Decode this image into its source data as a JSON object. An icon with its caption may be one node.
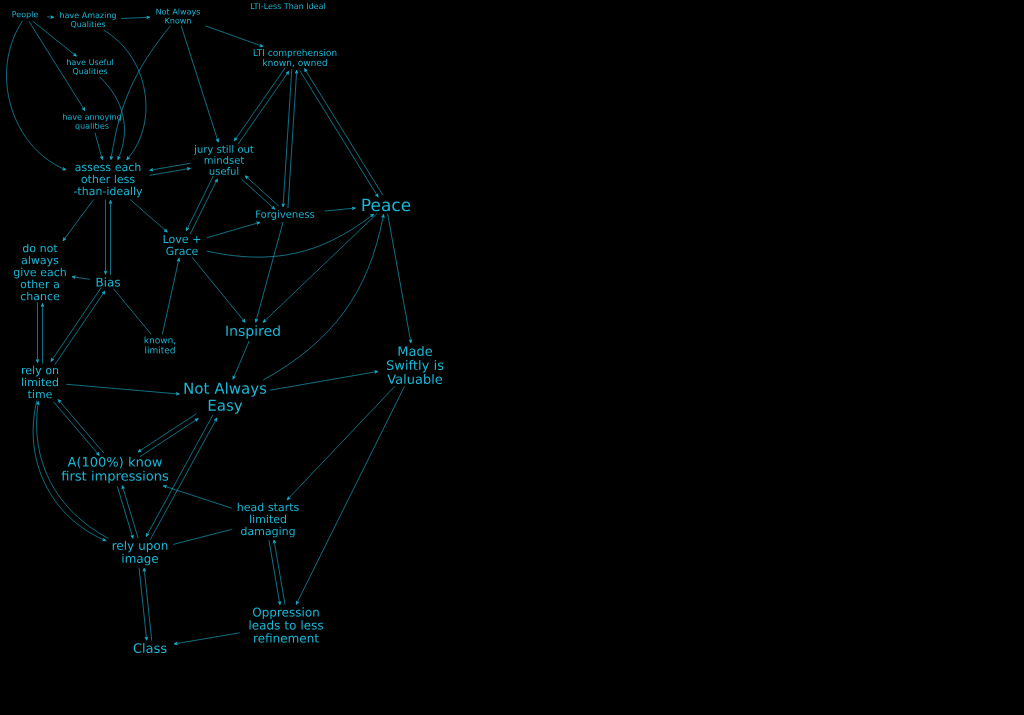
{
  "diagram": {
    "nodes": [
      {
        "text": [
          "People"
        ]
      },
      {
        "text": [
          "have Amazing Qualities"
        ]
      },
      {
        "text": [
          "Not Always Known"
        ]
      },
      {
        "text": [
          "have Useful Qualities"
        ]
      },
      {
        "text": [
          "have annoying qualities"
        ]
      },
      {
        "text": [
          "LTI comprehension known, owned"
        ]
      },
      {
        "text": [
          "assess each other less -than-ideally"
        ]
      },
      {
        "text": [
          "jury still out mindset useful"
        ]
      },
      {
        "text": [
          "Forgiveness"
        ]
      },
      {
        "text": [
          "Peace"
        ]
      },
      {
        "text": [
          "do not always give each other a chance"
        ]
      },
      {
        "text": [
          "Bias"
        ]
      },
      {
        "text": [
          "Love + Grace"
        ]
      },
      {
        "text": [
          "known, limited"
        ]
      },
      {
        "text": [
          "Inspired"
        ]
      },
      {
        "text": [
          "rely on limited time"
        ]
      },
      {
        "text": [
          "Not Always Easy"
        ]
      },
      {
        "text": [
          "Made Swiftly is Valuable"
        ]
      },
      {
        "text": [
          "A(100%) know first impressions"
        ]
      },
      {
        "text": [
          "head starts limited damaging"
        ]
      },
      {
        "text": [
          "rely upon image"
        ]
      },
      {
        "text": [
          "Oppression leads to less refinement"
        ]
      },
      {
        "text": [
          "Class"
        ]
      }
    ],
    "edges": [
      {
        "from": 0,
        "to": 1,
        "arrow": "to"
      },
      {
        "from": 0,
        "to": 3,
        "arrow": "to"
      },
      {
        "from": 0,
        "to": 4,
        "arrow": "to"
      },
      {
        "from": 0,
        "to": 6,
        "arrow": "to"
      },
      {
        "from": 1,
        "to": 2,
        "arrow": "to"
      },
      {
        "from": 1,
        "to": 6,
        "arrow": "to"
      },
      {
        "from": 3,
        "to": 6,
        "arrow": "to"
      },
      {
        "from": 4,
        "to": 6,
        "arrow": "to"
      },
      {
        "from": 2,
        "to": 6,
        "arrow": "to"
      },
      {
        "from": 2,
        "to": 7,
        "arrow": "to"
      },
      {
        "from": 2,
        "to": 5,
        "arrow": "to"
      },
      {
        "from": 6,
        "to": 7,
        "arrow": "to"
      },
      {
        "from": 7,
        "to": 6,
        "arrow": "to"
      },
      {
        "from": 7,
        "to": 5,
        "arrow": "to"
      },
      {
        "from": 5,
        "to": 7,
        "arrow": "to"
      },
      {
        "from": 7,
        "to": 8,
        "arrow": "to"
      },
      {
        "from": 8,
        "to": 7,
        "arrow": "to"
      },
      {
        "from": 7,
        "to": 12,
        "arrow": "to"
      },
      {
        "from": 12,
        "to": 7,
        "arrow": "to"
      },
      {
        "from": 5,
        "to": 8,
        "arrow": "to"
      },
      {
        "from": 8,
        "to": 5,
        "arrow": "to"
      },
      {
        "from": 5,
        "to": 9,
        "arrow": "to"
      },
      {
        "from": 9,
        "to": 5,
        "arrow": "to"
      },
      {
        "from": 8,
        "to": 9,
        "arrow": "to"
      },
      {
        "from": 8,
        "to": 14,
        "arrow": "to"
      },
      {
        "from": 12,
        "to": 8,
        "arrow": "to"
      },
      {
        "from": 12,
        "to": 9,
        "arrow": "to"
      },
      {
        "from": 12,
        "to": 14,
        "arrow": "to"
      },
      {
        "from": 9,
        "to": 14,
        "arrow": "to"
      },
      {
        "from": 16,
        "to": 9,
        "arrow": "to"
      },
      {
        "from": 9,
        "to": 17,
        "arrow": "to"
      },
      {
        "from": 6,
        "to": 10,
        "arrow": "to"
      },
      {
        "from": 6,
        "to": 12,
        "arrow": "to"
      },
      {
        "from": 6,
        "to": 11,
        "arrow": "to"
      },
      {
        "from": 11,
        "to": 6,
        "arrow": "to"
      },
      {
        "from": 11,
        "to": 10,
        "arrow": "to"
      },
      {
        "from": 11,
        "to": 13,
        "arrow": "none"
      },
      {
        "from": 13,
        "to": 12,
        "arrow": "to"
      },
      {
        "from": 10,
        "to": 15,
        "arrow": "to"
      },
      {
        "from": 15,
        "to": 10,
        "arrow": "to"
      },
      {
        "from": 15,
        "to": 11,
        "arrow": "to"
      },
      {
        "from": 11,
        "to": 15,
        "arrow": "to"
      },
      {
        "from": 15,
        "to": 16,
        "arrow": "to"
      },
      {
        "from": 14,
        "to": 16,
        "arrow": "to"
      },
      {
        "from": 16,
        "to": 17,
        "arrow": "to"
      },
      {
        "from": 15,
        "to": 18,
        "arrow": "to"
      },
      {
        "from": 18,
        "to": 15,
        "arrow": "to"
      },
      {
        "from": 15,
        "to": 20,
        "arrow": "to"
      },
      {
        "from": 20,
        "to": 15,
        "arrow": "to"
      },
      {
        "from": 18,
        "to": 16,
        "arrow": "to"
      },
      {
        "from": 16,
        "to": 18,
        "arrow": "to"
      },
      {
        "from": 16,
        "to": 20,
        "arrow": "to"
      },
      {
        "from": 20,
        "to": 16,
        "arrow": "to"
      },
      {
        "from": 18,
        "to": 20,
        "arrow": "to"
      },
      {
        "from": 20,
        "to": 18,
        "arrow": "to"
      },
      {
        "from": 19,
        "to": 18,
        "arrow": "to"
      },
      {
        "from": 19,
        "to": 20,
        "arrow": "none"
      },
      {
        "from": 17,
        "to": 19,
        "arrow": "to"
      },
      {
        "from": 17,
        "to": 21,
        "arrow": "to"
      },
      {
        "from": 19,
        "to": 21,
        "arrow": "to"
      },
      {
        "from": 21,
        "to": 19,
        "arrow": "to"
      },
      {
        "from": 21,
        "to": 22,
        "arrow": "to"
      },
      {
        "from": 22,
        "to": 20,
        "arrow": "to"
      },
      {
        "from": 20,
        "to": 22,
        "arrow": "to"
      }
    ],
    "labels": [
      "LTI-Less Than Ideal"
    ]
  }
}
